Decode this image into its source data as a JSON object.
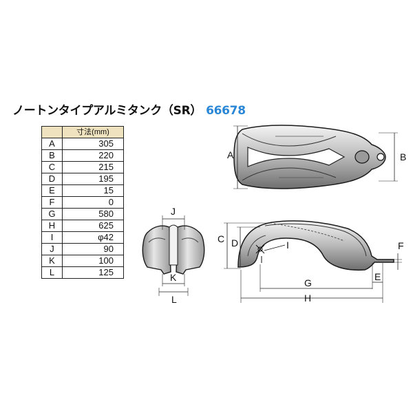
{
  "title": {
    "name": "ノートンタイプアルミタンク（SR）",
    "code": "66678"
  },
  "table": {
    "header": "寸法(mm)",
    "rows": [
      {
        "key": "A",
        "value": "305"
      },
      {
        "key": "B",
        "value": "220"
      },
      {
        "key": "C",
        "value": "215"
      },
      {
        "key": "D",
        "value": "195"
      },
      {
        "key": "E",
        "value": "15"
      },
      {
        "key": "F",
        "value": "0"
      },
      {
        "key": "G",
        "value": "580"
      },
      {
        "key": "H",
        "value": "625"
      },
      {
        "key": "I",
        "value": "φ42"
      },
      {
        "key": "J",
        "value": "90"
      },
      {
        "key": "K",
        "value": "100"
      },
      {
        "key": "L",
        "value": "125"
      }
    ]
  },
  "labels": {
    "A": "A",
    "B": "B",
    "C": "C",
    "D": "D",
    "E": "E",
    "F": "F",
    "G": "G",
    "H": "H",
    "I": "I",
    "J": "J",
    "K": "K",
    "L": "L"
  },
  "colors": {
    "code": "#2a86d6",
    "table_header": "#efe2be",
    "tank_fill": "#cfcfcf",
    "tank_stroke": "#1a1a1a"
  }
}
